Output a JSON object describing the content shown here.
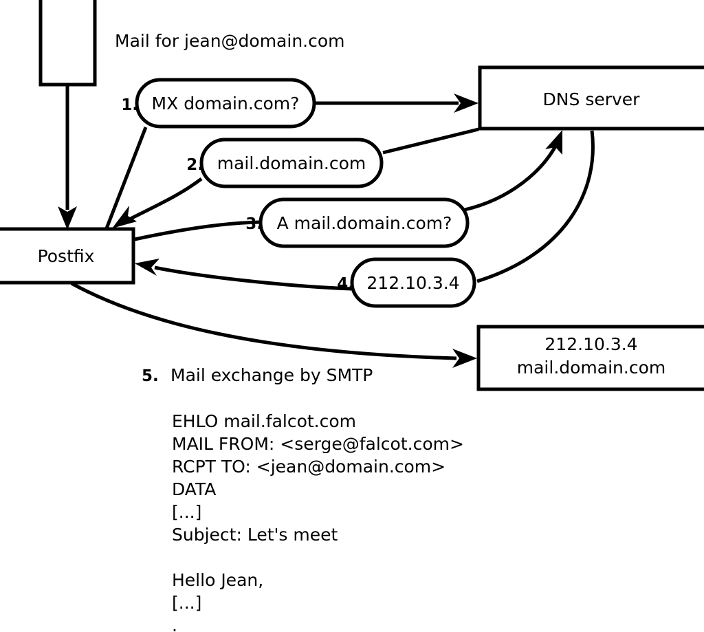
{
  "diagram": {
    "title_caption": "Mail for jean@domain.com",
    "nodes": {
      "sender_box": {
        "label": ""
      },
      "postfix": {
        "label": "Postfix"
      },
      "dns_server": {
        "label": "DNS server"
      },
      "mail_server": {
        "line1": "212.10.3.4",
        "line2": "mail.domain.com"
      }
    },
    "steps": [
      {
        "num": "1.",
        "label": "MX domain.com?"
      },
      {
        "num": "2.",
        "label": "mail.domain.com"
      },
      {
        "num": "3.",
        "label": "A mail.domain.com?"
      },
      {
        "num": "4.",
        "label": "212.10.3.4"
      }
    ],
    "step5": {
      "num": "5.",
      "label": "Mail exchange by SMTP"
    },
    "transcript": [
      "EHLO mail.falcot.com",
      "MAIL FROM: <serge@falcot.com>",
      "RCPT TO: <jean@domain.com>",
      "DATA",
      "[...]",
      "Subject: Let's meet",
      "",
      "Hello Jean,",
      "[...]",
      "."
    ],
    "colors": {
      "stroke": "#000000",
      "fill": "#ffffff",
      "text": "#000000"
    }
  }
}
